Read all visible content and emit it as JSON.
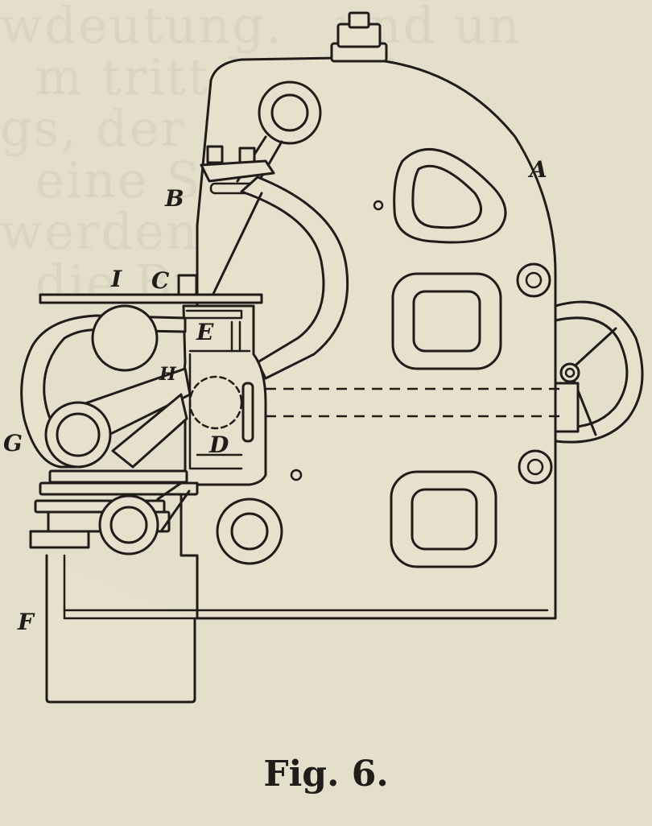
{
  "figure": {
    "caption": "Fig. 6.",
    "labels": {
      "A": "A",
      "B": "B",
      "C": "C",
      "I": "I",
      "E": "E",
      "H": "H",
      "G": "G",
      "D": "D",
      "F": "F"
    }
  },
  "colors": {
    "paper": "#e4dfcb",
    "ink": "#1f1c19"
  }
}
